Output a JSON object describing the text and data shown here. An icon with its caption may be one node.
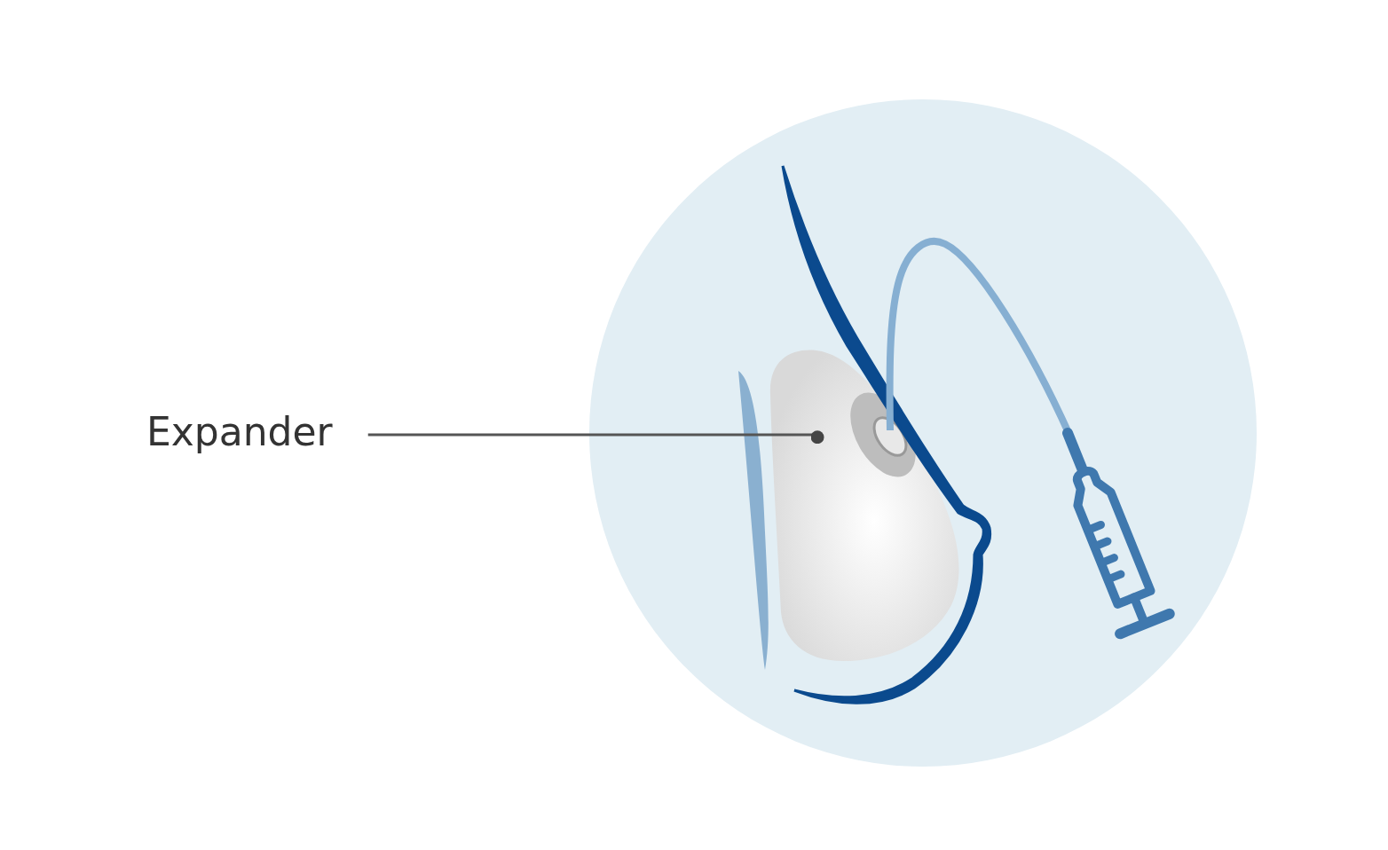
{
  "diagram": {
    "nodes": [
      {
        "text": [
          "Expander"
        ]
      },
      {
        "text": [],
        "shape": "picture"
      }
    ],
    "edges": [
      {
        "from": 0,
        "to": 1,
        "arrow": "other"
      }
    ]
  }
}
